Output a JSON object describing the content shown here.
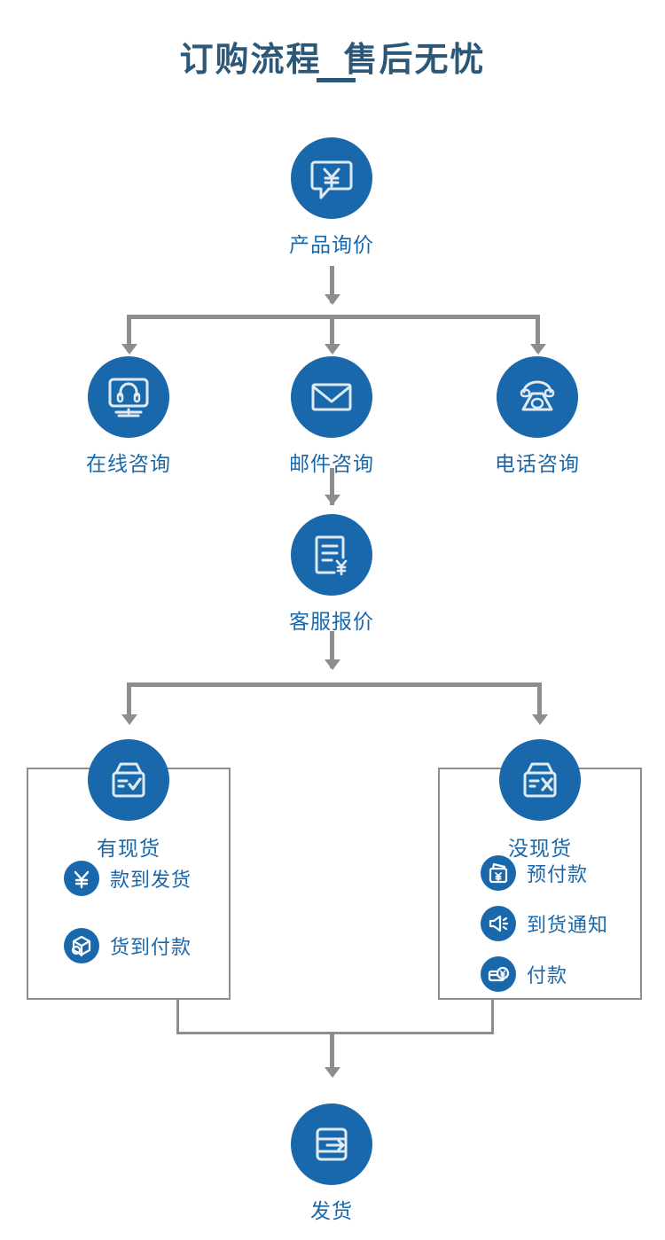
{
  "page": {
    "title": "订购流程  售后无忧",
    "accent_blue": "#1a68ac",
    "title_color": "#2c5777",
    "connector_gray": "#8d8d8d",
    "background": "#ffffff"
  },
  "flow": {
    "start": {
      "label": "产品询价",
      "icon": "chat-bubble-yen-icon"
    },
    "contact_methods": [
      {
        "label": "在线咨询",
        "icon": "monitor-headset-icon"
      },
      {
        "label": "邮件咨询",
        "icon": "envelope-icon"
      },
      {
        "label": "电话咨询",
        "icon": "telephone-icon"
      }
    ],
    "quote": {
      "label": "客服报价",
      "icon": "document-yen-icon"
    },
    "branches": [
      {
        "label": "有现货",
        "icon": "box-check-icon",
        "options": [
          {
            "label": "款到发货",
            "icon": "yen-circle-icon"
          },
          {
            "label": "货到付款",
            "icon": "package-search-icon"
          }
        ]
      },
      {
        "label": "没现货",
        "icon": "box-cross-icon",
        "options": [
          {
            "label": "预付款",
            "icon": "wallet-yen-icon"
          },
          {
            "label": "到货通知",
            "icon": "speaker-notify-icon"
          },
          {
            "label": "付款",
            "icon": "card-yen-icon"
          }
        ]
      }
    ],
    "end": {
      "label": "发货",
      "icon": "box-arrow-out-icon"
    }
  }
}
